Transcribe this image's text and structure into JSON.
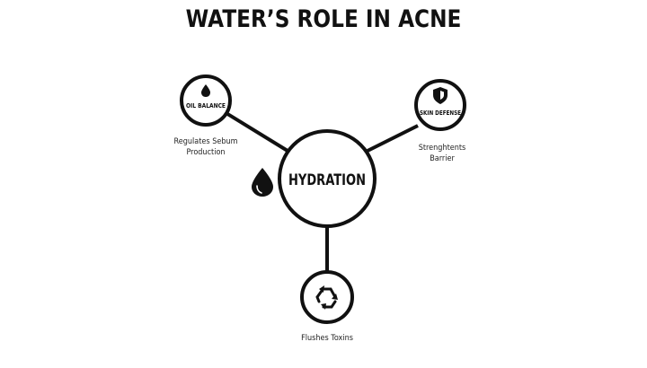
{
  "title": "WATER’S ROLE IN ACNE",
  "center": {
    "label": "HYDRATION",
    "icon": "water-drop-icon"
  },
  "nodes": [
    {
      "id": "oil-balance",
      "label": "OIL BALANCE",
      "icon": "oil-drop-icon",
      "caption_line1": "Regulates Sebum",
      "caption_line2": "Production"
    },
    {
      "id": "skin-defense",
      "label": "SKIN DEFENSE",
      "icon": "shield-icon",
      "caption_line1": "Strenghtents",
      "caption_line2": "Barrier"
    },
    {
      "id": "detox",
      "label": "",
      "icon": "recycle-icon",
      "caption_line1": "Flushes Toxins",
      "caption_line2": ""
    }
  ],
  "colors": {
    "stroke": "#111111",
    "background": "#ffffff"
  }
}
